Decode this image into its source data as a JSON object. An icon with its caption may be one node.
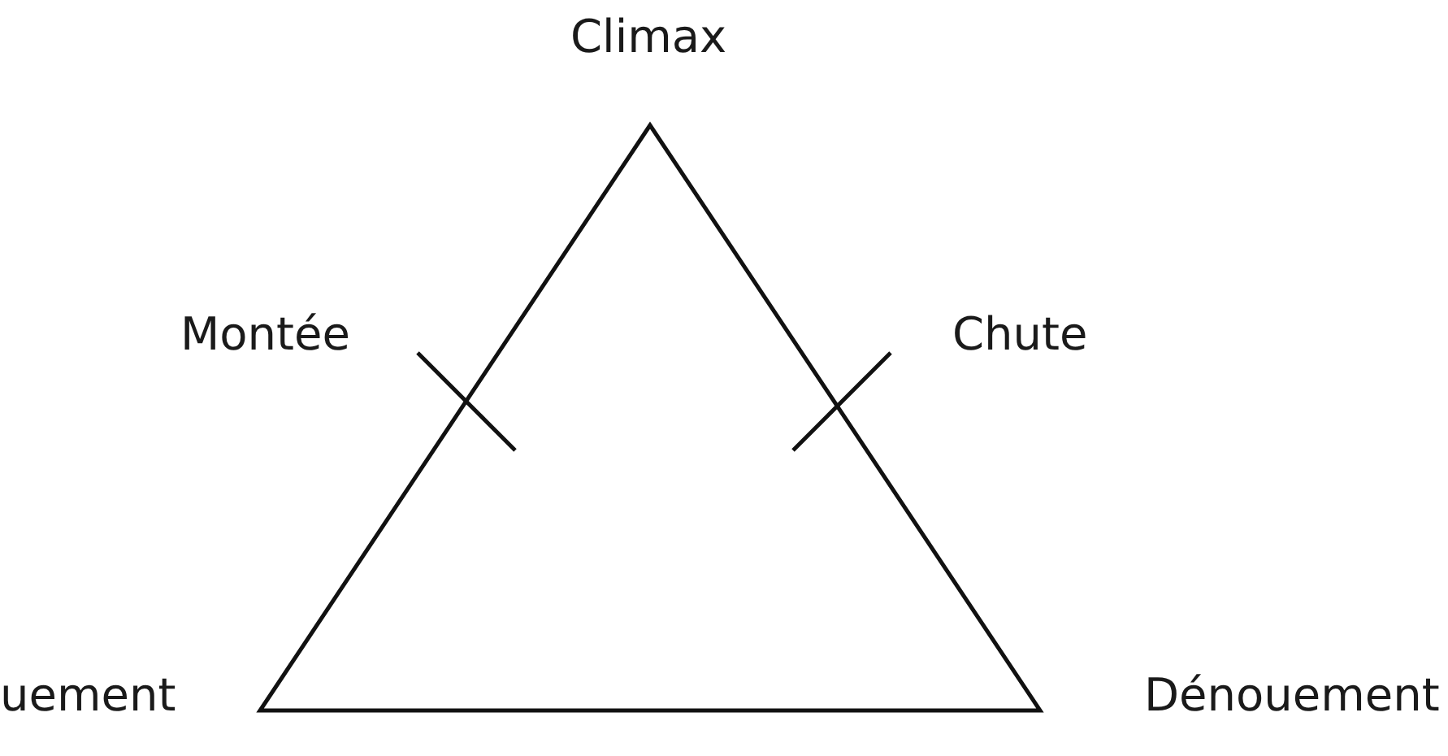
{
  "diagram": {
    "labels": [
      "Climax",
      "Montée",
      "Chute",
      "uement",
      "Dénouement"
    ]
  }
}
